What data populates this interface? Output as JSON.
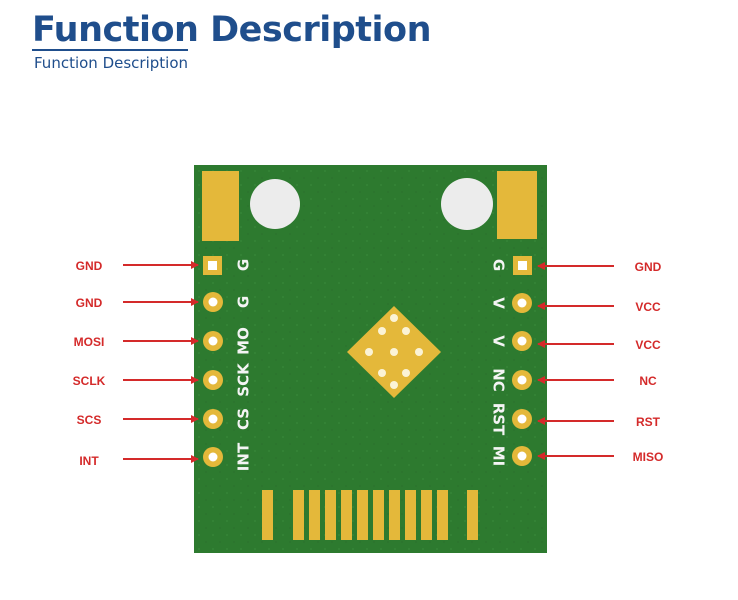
{
  "header": {
    "title": "Function Description",
    "subtitle": "Function Description"
  },
  "colors": {
    "title": "#1f4e8c",
    "pcb": "#2d7a2f",
    "gold": "#e4b83a",
    "arrow": "#d42a2a",
    "silkscreen": "#f4f4f4"
  },
  "left_pins": [
    {
      "label": "GND",
      "silk": "G"
    },
    {
      "label": "GND",
      "silk": "G"
    },
    {
      "label": "MOSI",
      "silk": "MO"
    },
    {
      "label": "SCLK",
      "silk": "SCK"
    },
    {
      "label": "SCS",
      "silk": "CS"
    },
    {
      "label": "INT",
      "silk": "INT"
    }
  ],
  "right_pins": [
    {
      "label": "GND",
      "silk": "G"
    },
    {
      "label": "VCC",
      "silk": "V"
    },
    {
      "label": "VCC",
      "silk": "V"
    },
    {
      "label": "NC",
      "silk": "NC"
    },
    {
      "label": "RST",
      "silk": "RST"
    },
    {
      "label": "MISO",
      "silk": "MI"
    }
  ]
}
